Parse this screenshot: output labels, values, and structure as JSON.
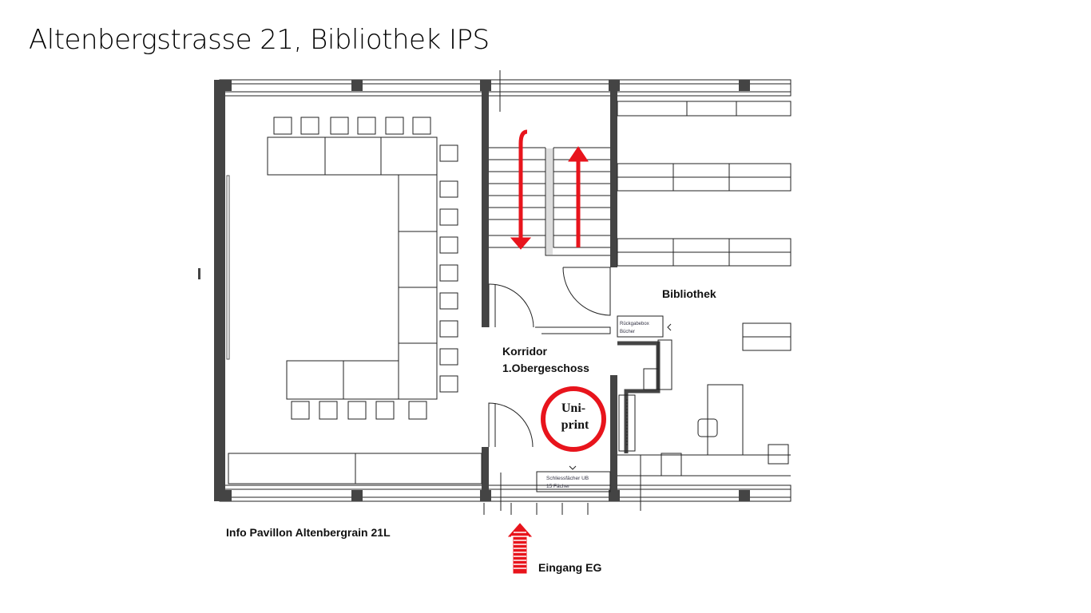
{
  "title": "Altenbergstrasse 21, Bibliothek IPS",
  "plan": {
    "bibliothek": "Bibliothek",
    "korridor_1": "Korridor",
    "korridor_2": "1.Obergeschoss",
    "uniprint_1": "Uni-",
    "uniprint_2": "print",
    "rueckgabe_1": "Rückgabebox",
    "rueckgabe_2": "Bücher",
    "schliess_1": "Schliessfächer UB",
    "schliess_2": "15 Fächer",
    "info": "Info Pavillon Altenbergrain 21L",
    "eingang": "Eingang EG"
  },
  "colors": {
    "accent": "#e8141c",
    "wall": "#444444"
  }
}
